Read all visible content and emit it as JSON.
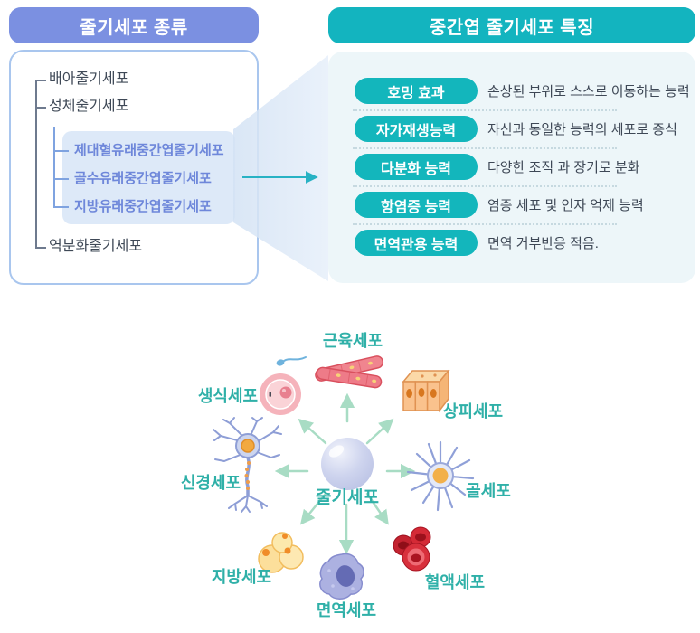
{
  "left_panel": {
    "title": "줄기세포 종류",
    "items": [
      {
        "label": "배아줄기세포",
        "level": 1,
        "highlighted": false
      },
      {
        "label": "성체줄기세포",
        "level": 1,
        "highlighted": false
      },
      {
        "label": "제대혈유래중간엽줄기세포",
        "level": 2,
        "highlighted": true
      },
      {
        "label": "골수유래중간엽줄기세포",
        "level": 2,
        "highlighted": true
      },
      {
        "label": "지방유래중간엽줄기세포",
        "level": 2,
        "highlighted": true
      },
      {
        "label": "역분화줄기세포",
        "level": 1,
        "highlighted": false
      }
    ]
  },
  "right_panel": {
    "title": "중간엽 줄기세포 특징",
    "features": [
      {
        "name": "호밍 효과",
        "description": "손상된 부위로 스스로 이동하는 능력"
      },
      {
        "name": "자가재생능력",
        "description": "자신과 동일한 능력의 세포로 증식"
      },
      {
        "name": "다분화 능력",
        "description": "다양한 조직 과 장기로 분화"
      },
      {
        "name": "항염증 능력",
        "description": "염증 세포 및 인자 억제 능력"
      },
      {
        "name": "면역관용 능력",
        "description": "면역 거부반응 적음."
      }
    ]
  },
  "diagram": {
    "center": {
      "label": "줄기세포"
    },
    "cells": [
      {
        "label": "근육세포",
        "icon": "muscle-cell-icon",
        "position": "top"
      },
      {
        "label": "생식세포",
        "icon": "germ-cell-icon",
        "position": "top-left"
      },
      {
        "label": "상피세포",
        "icon": "epithelial-cell-icon",
        "position": "top-right"
      },
      {
        "label": "신경세포",
        "icon": "nerve-cell-icon",
        "position": "left"
      },
      {
        "label": "골세포",
        "icon": "bone-cell-icon",
        "position": "right"
      },
      {
        "label": "지방세포",
        "icon": "fat-cell-icon",
        "position": "bottom-left"
      },
      {
        "label": "면역세포",
        "icon": "immune-cell-icon",
        "position": "bottom"
      },
      {
        "label": "혈액세포",
        "icon": "blood-cell-icon",
        "position": "bottom-right"
      }
    ]
  },
  "colors": {
    "left_header_bg": "#7b90e1",
    "left_panel_border": "#a9c6ee",
    "highlight_box_bg": "#dde9f8",
    "highlight_text": "#6e87da",
    "tree_text": "#3e4856",
    "tree_line": "#6e7a8e",
    "tree_line_highlight": "#7fa3e0",
    "right_header_bg": "#13b4bf",
    "right_panel_bg": "#edf6f9",
    "feature_pill_bg": "#13b6bc",
    "feature_text": "#3e4856",
    "connector_wedge": "#d7e5f5",
    "connector_arrow": "#28b2c4",
    "diagram_label": "#2fb0a8",
    "diagram_arrow": "#a8dcc4",
    "stem_cell_sphere": "#c6cce9"
  }
}
